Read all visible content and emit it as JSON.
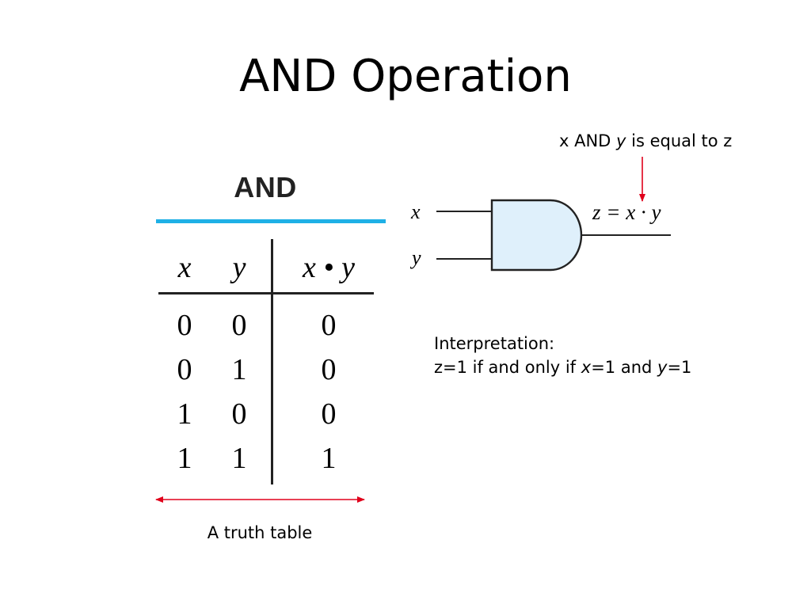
{
  "slide": {
    "title": "AND Operation"
  },
  "truth_table": {
    "heading": "AND",
    "headers": [
      "x",
      "y",
      "x • y"
    ],
    "rows": [
      [
        "0",
        "0",
        "0"
      ],
      [
        "0",
        "1",
        "0"
      ],
      [
        "1",
        "0",
        "0"
      ],
      [
        "1",
        "1",
        "1"
      ]
    ],
    "caption": "A truth table",
    "accent_color": "#1fb0e6"
  },
  "gate": {
    "input_x": "x",
    "input_y": "y",
    "output_expr": "z = x · y",
    "fill_color": "#dff0fb",
    "icon": "and-gate-icon"
  },
  "annotations": {
    "top_note": {
      "pre": "x AND ",
      "var": "y",
      "post": " is equal to z"
    },
    "interpretation_title": "Interpretation:",
    "interpretation_line": {
      "a": "z=1 if and only if ",
      "b": "x",
      "c": "=1 and ",
      "d": "y",
      "e": "=1"
    },
    "arrow_color": "#e0001b"
  }
}
